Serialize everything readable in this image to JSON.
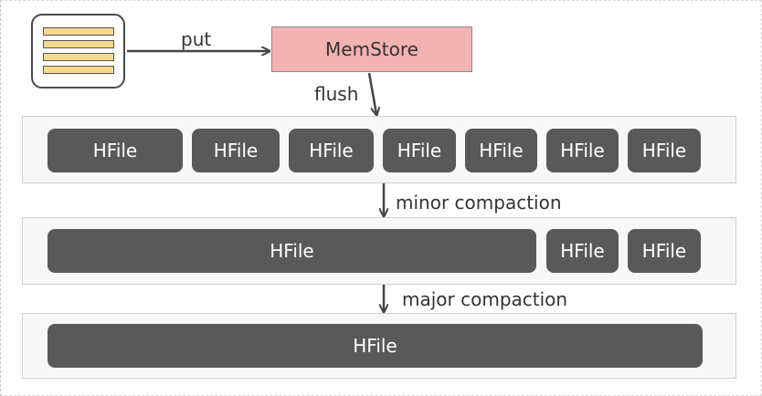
{
  "diagram": {
    "memstore_label": "MemStore",
    "put_label": "put",
    "flush_label": "flush",
    "minor_label": "minor compaction",
    "major_label": "major compaction",
    "level1_files": [
      "HFile",
      "HFile",
      "HFile",
      "HFile",
      "HFile",
      "HFile",
      "HFile"
    ],
    "level2_files": [
      "HFile",
      "HFile",
      "HFile"
    ],
    "level3_files": [
      "HFile"
    ]
  },
  "colors": {
    "memstore_fill": "#f4b3b3",
    "hfile_fill": "#595959",
    "panel_fill": "#f7f7f7",
    "record_fill": "#f7d98c"
  }
}
